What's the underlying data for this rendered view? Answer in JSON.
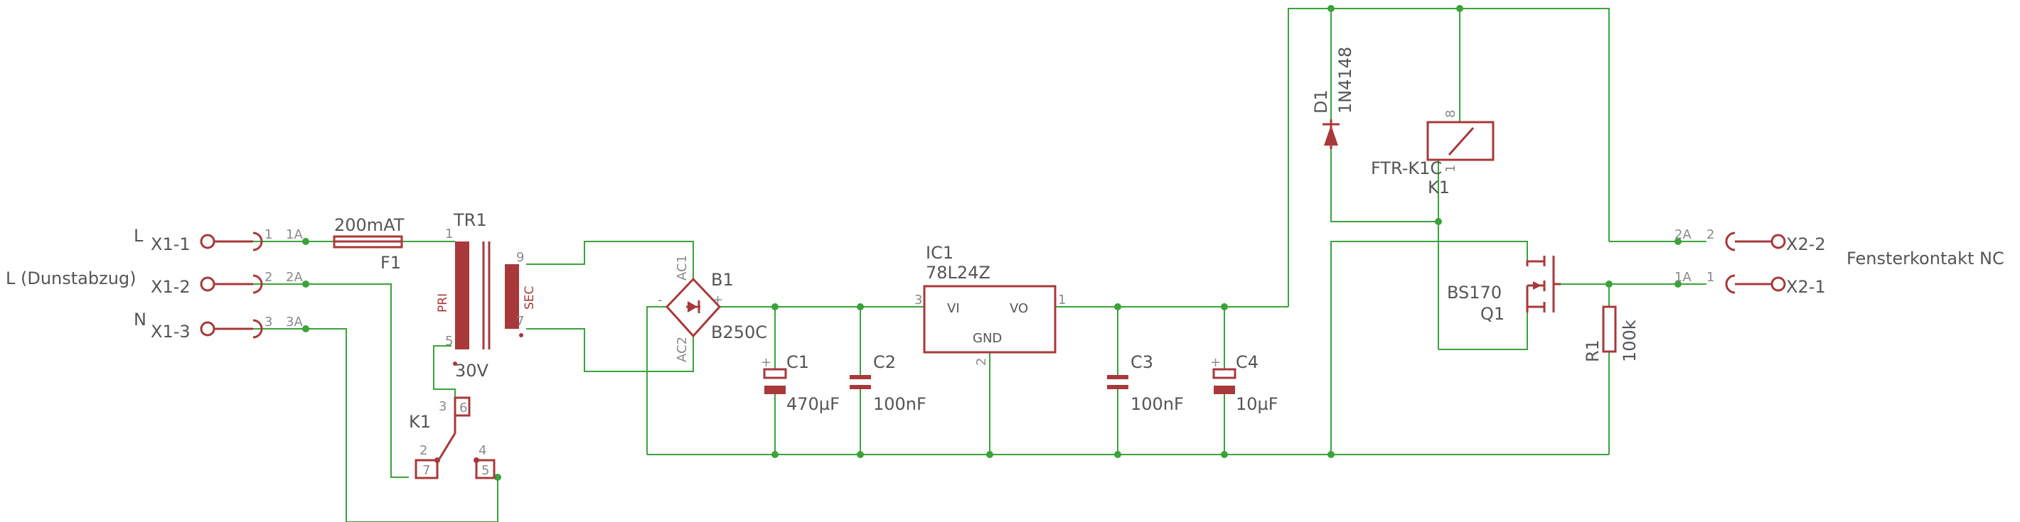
{
  "colors": {
    "wire": "#3aa33a",
    "symbol": "#a8383a",
    "text": "#555555",
    "pin": "#8a8a8a",
    "background": "#ffffff"
  },
  "connectors": {
    "x1_1": {
      "name": "X1-1",
      "net": "L",
      "pin": "1",
      "pad": "1A"
    },
    "x1_2": {
      "name": "X1-2",
      "net": "L (Dunstabzug)",
      "pin": "2",
      "pad": "2A"
    },
    "x1_3": {
      "name": "X1-3",
      "net": "N",
      "pin": "3",
      "pad": "3A"
    },
    "x2_2": {
      "name": "X2-2",
      "pin": "2",
      "pad": "2A"
    },
    "x2_1": {
      "name": "X2-1",
      "pin": "1",
      "pad": "1A"
    },
    "x2_caption": "Fensterkontakt NC"
  },
  "fuse": {
    "name": "F1",
    "value": "200mAT"
  },
  "transformer": {
    "name": "TR1",
    "value": "30V",
    "pri": "PRI",
    "sec": "SEC",
    "pin1": "1",
    "pin5": "5",
    "pin9": "9",
    "pin7": "7"
  },
  "relay_contact": {
    "name": "K1",
    "pin3": "3",
    "pin6": "6",
    "pin2": "2",
    "pin7": "7",
    "pin4": "4",
    "pin5": "5"
  },
  "rectifier": {
    "name": "B1",
    "value": "B250C",
    "ac1": "AC1",
    "ac2": "AC2",
    "plus": "+",
    "minus": "-"
  },
  "c1": {
    "name": "C1",
    "value": "470µF",
    "plus": "+"
  },
  "c2": {
    "name": "C2",
    "value": "100nF"
  },
  "regulator": {
    "name": "IC1",
    "value": "78L24Z",
    "vi": "VI",
    "vo": "VO",
    "gnd": "GND",
    "pin3": "3",
    "pin1": "1",
    "pin2": "2"
  },
  "c3": {
    "name": "C3",
    "value": "100nF"
  },
  "c4": {
    "name": "C4",
    "value": "10µF",
    "plus": "+"
  },
  "diode": {
    "name": "D1",
    "value": "1N4148"
  },
  "relay_coil": {
    "name": "K1",
    "value": "FTR-K1C",
    "pin8": "8",
    "pin1": "1"
  },
  "mosfet": {
    "name": "Q1",
    "value": "BS170"
  },
  "resistor": {
    "name": "R1",
    "value": "100k"
  }
}
